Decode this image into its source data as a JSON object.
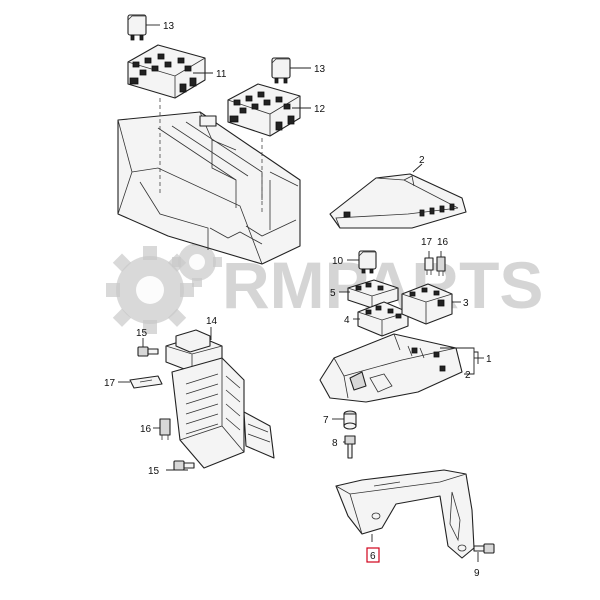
{
  "watermark": {
    "text": "RMPARTS"
  },
  "highlight_color": "#d0021b",
  "callouts": {
    "c13a": "13",
    "c11": "11",
    "c13b": "13",
    "c12": "12",
    "c2a": "2",
    "c17a": "17",
    "c16a": "16",
    "c10": "10",
    "c5": "5",
    "c3": "3",
    "c4": "4",
    "c14": "14",
    "c15a": "15",
    "c1": "1",
    "c2b": "2",
    "c17b": "17",
    "c7": "7",
    "c16b": "16",
    "c8": "8",
    "c15b": "15",
    "c6": "6",
    "c9": "9"
  }
}
